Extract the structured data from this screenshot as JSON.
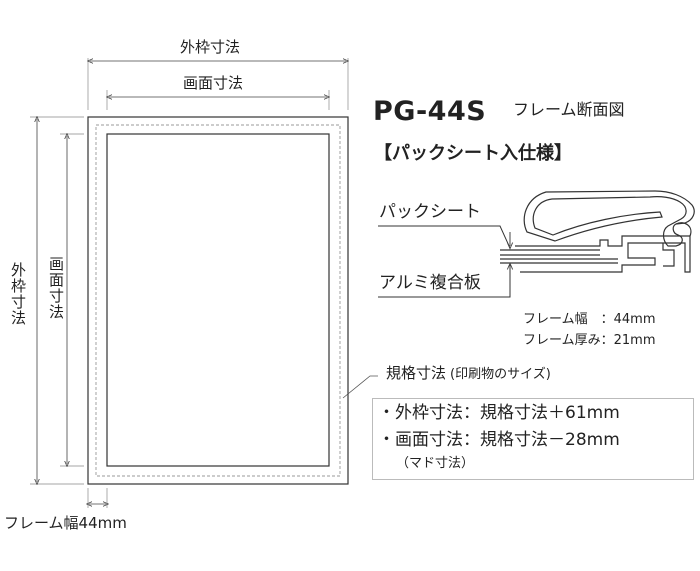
{
  "diagram": {
    "outer_width_label": "外枠寸法",
    "screen_width_label": "画面寸法",
    "outer_height_label": "外枠寸法",
    "screen_height_label": "画面寸法",
    "frame_width_label": "フレーム幅44mm",
    "standard_size_label": "規格寸法",
    "standard_size_note": "(印刷物のサイズ)"
  },
  "spec": {
    "model": "PG-44S",
    "model_subtitle": "フレーム断面図",
    "variant": "【パックシート入仕様】",
    "pack_sheet_label": "パックシート",
    "aluminum_label": "アルミ複合板",
    "frame_width_row": "フレーム幅　：44mm",
    "frame_thickness_row": "フレーム厚み：21mm"
  },
  "formulas": {
    "outer": "・外枠寸法：規格寸法＋61mm",
    "screen": "・画面寸法：規格寸法－28mm",
    "screen_note": "（マド寸法）"
  }
}
